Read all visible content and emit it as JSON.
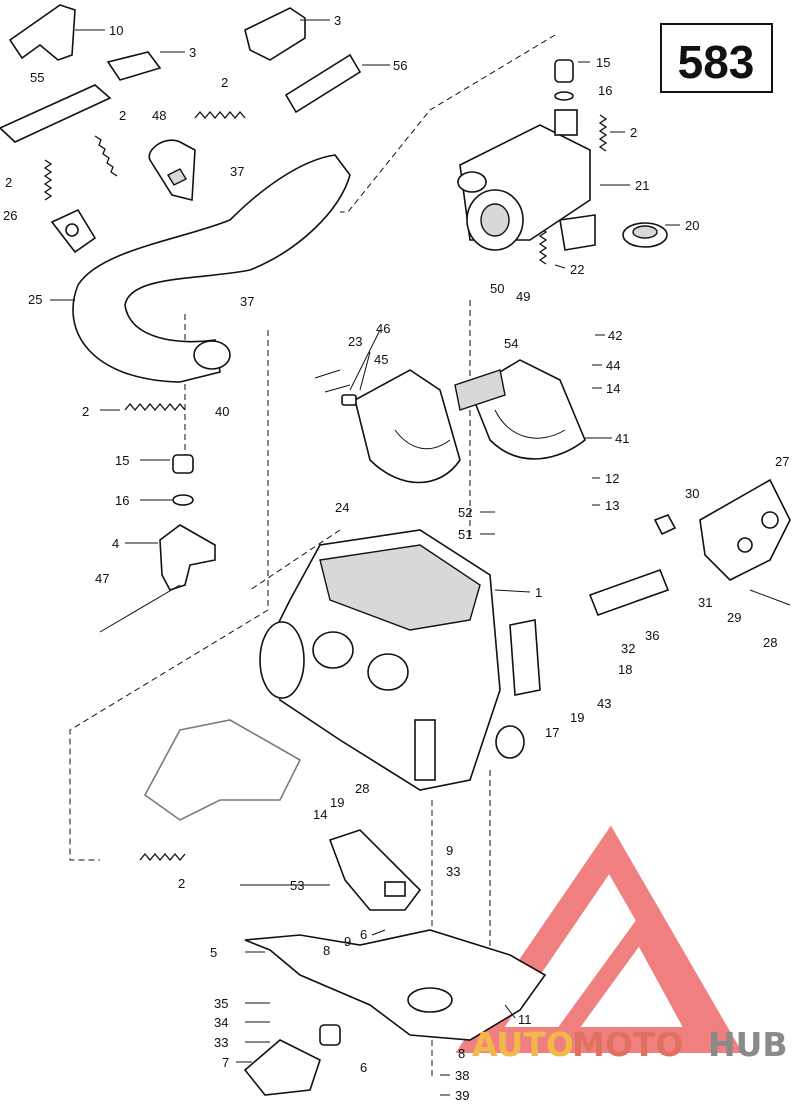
{
  "diagram": {
    "page_number": "583",
    "callouts": {
      "c10": "10",
      "c3a": "3",
      "c3b": "3",
      "c56": "56",
      "c55": "55",
      "c2a": "2",
      "c2b": "2",
      "c2c": "2",
      "c2d": "2",
      "c2e": "2",
      "c2f": "2",
      "c48": "48",
      "c37a": "37",
      "c37b": "37",
      "c26": "26",
      "c25": "25",
      "c40": "40",
      "c15a": "15",
      "c15b": "15",
      "c16a": "16",
      "c16b": "16",
      "c21": "21",
      "c20": "20",
      "c22": "22",
      "c50": "50",
      "c49": "49",
      "c42": "42",
      "c44": "44",
      "c14a": "14",
      "c14b": "14",
      "c41": "41",
      "c12": "12",
      "c13": "13",
      "c23": "23",
      "c46": "46",
      "c45": "45",
      "c54": "54",
      "c24": "24",
      "c52": "52",
      "c51": "51",
      "c4": "4",
      "c47": "47",
      "c1": "1",
      "c27": "27",
      "c30": "30",
      "c31": "31",
      "c29": "29",
      "c28a": "28",
      "c28b": "28",
      "c32": "32",
      "c36": "36",
      "c18": "18",
      "c43": "43",
      "c19a": "19",
      "c19b": "19",
      "c17": "17",
      "c9a": "9",
      "c9b": "9",
      "c33a": "33",
      "c33b": "33",
      "c53": "53",
      "c6a": "6",
      "c6b": "6",
      "c5": "5",
      "c8a": "8",
      "c8b": "8",
      "c11": "11",
      "c35": "35",
      "c34": "34",
      "c7": "7",
      "c38": "38",
      "c39": "39"
    }
  },
  "watermark": {
    "part1": "AUTO",
    "part2": "MOTO",
    "part3": "HUB",
    "colors": {
      "auto": "#f2b94a",
      "moto": "#e07060",
      "hub": "#8a8a8a",
      "triangle": "#ee6b6b"
    }
  }
}
